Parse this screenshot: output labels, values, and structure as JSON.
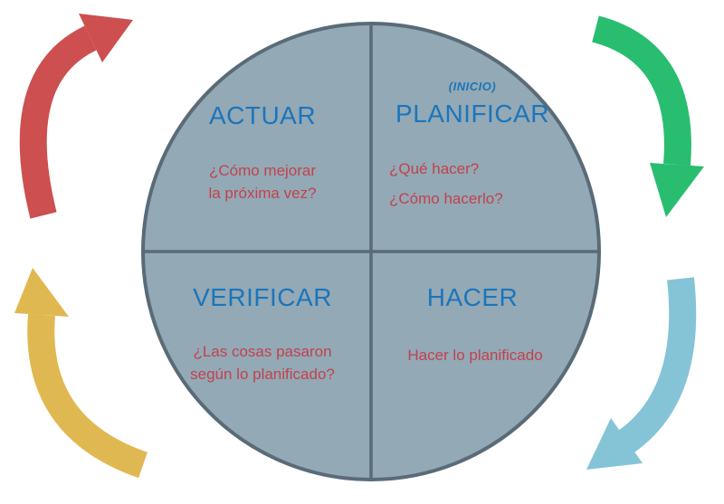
{
  "colors": {
    "circle_fill": "#93A9B5",
    "circle_stroke": "#5A6B78",
    "divider": "#5A6B78",
    "title_text": "#1B75BC",
    "body_text": "#C2424E",
    "arrow_red": "#CD4F4F",
    "arrow_green": "#29BD70",
    "arrow_teal": "#85C4D6",
    "arrow_yellow": "#E0B851"
  },
  "quadrants": {
    "actuar": {
      "title": "ACTUAR",
      "line1": "¿Cómo mejorar",
      "line2": "la próxima vez?"
    },
    "planificar": {
      "start_label": "(INICIO)",
      "title": "PLANIFICAR",
      "line1": "¿Qué hacer?",
      "line2": "¿Cómo hacerlo?"
    },
    "verificar": {
      "title": "VERIFICAR",
      "line1": "¿Las cosas pasaron",
      "line2": "según lo planificado?"
    },
    "hacer": {
      "title": "HACER",
      "line1": "Hacer lo planificado"
    }
  },
  "arrows": {
    "red": "cycle arrow top-left (toward Planificar)",
    "green": "cycle arrow top-right (toward Hacer)",
    "teal": "cycle arrow bottom-right (toward Verificar)",
    "yellow": "cycle arrow bottom-left (toward Actuar)"
  }
}
